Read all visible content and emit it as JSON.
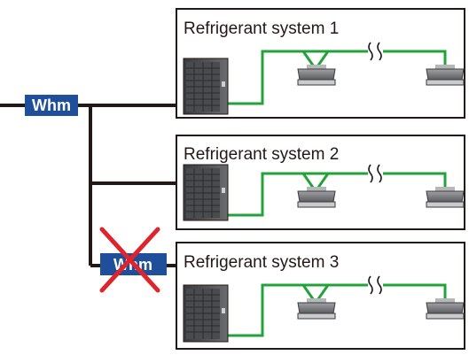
{
  "meter_label": "Whm",
  "systems": [
    {
      "title": "Refrigerant system 1",
      "meter": "none"
    },
    {
      "title": "Refrigerant system 2",
      "meter": "none"
    },
    {
      "title": "Refrigerant system 3",
      "meter": "individual-not-allowed"
    }
  ],
  "colors": {
    "power_line": "#231815",
    "refrigerant_pipe": "#22a33a",
    "meter_fill": "#1f4e9b",
    "meter_text": "#ffffff",
    "cross": "#e0242b",
    "box_border": "#231815"
  },
  "icons": [
    "outdoor-unit-icon",
    "ceiling-cassette-icon",
    "pipe-break-icon"
  ]
}
